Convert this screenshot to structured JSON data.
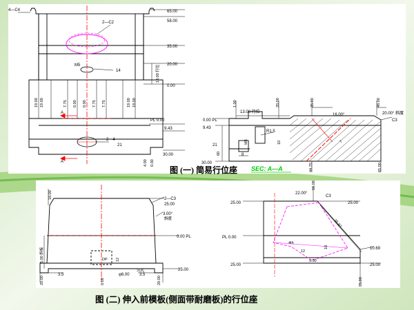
{
  "colors": {
    "outline": "#000000",
    "center_line": "#ff0000",
    "circle": "#ff00ff",
    "section_hatch": "#ff0000",
    "section_label": "#00cc00",
    "aux_line": "#00b0b0"
  },
  "caption1": "图 (一) 简易行位座",
  "caption2": "图 (二) 伸入前模板(侧面带耐磨板)的行位座",
  "fig1": {
    "chamfer_left": "4—C4",
    "hole_callout": "2—C2",
    "m5": "M5",
    "m5_depth": "14",
    "tr_callout": "2—4",
    "tr_num": "21",
    "right_dims": [
      "65.00",
      "58.00",
      "35.00",
      "20.00",
      "0.00"
    ],
    "right_vertical": "13.00 行位",
    "bottom_dims": [
      "PL 0.00",
      "9.43",
      "30.00"
    ],
    "bottom_vert": [
      "4.00",
      "0.00"
    ],
    "vticks": [
      "19.00",
      "19.00",
      "7.75",
      "0.00",
      "0.00",
      "7.75",
      "7.75",
      "19.00",
      "19.00"
    ],
    "section": {
      "pl": "0.00 PL",
      "d943": "9.43",
      "d30": "30.00",
      "d21": "21",
      "d60": "60",
      "d8": "8",
      "d13": "13.00 行位",
      "r15": "R1.5",
      "m5": "M5",
      "angle16": "16.00°",
      "angle20": "20.00° 斜度",
      "c3": "C3",
      "vtop": [
        "1.00",
        "20.00",
        "35.00",
        "48.00"
      ],
      "vbottom": [
        "44.75",
        "65.00"
      ],
      "label": "SEC: A—A",
      "d10": "10",
      "d7": "7"
    }
  },
  "fig2": {
    "front": {
      "c3": "2—C3",
      "d25top": "25.00",
      "angle": "3.00°",
      "angle_sub": "斜度",
      "pl": "0.00 PL",
      "d25bot": "25.00",
      "left_v": "5.00 斜板",
      "v_top": "18.00",
      "v_left": "20.00",
      "v_right": "20.00",
      "b35a": "3.5",
      "b35b": "3.5",
      "bottom_center": "0.00",
      "dp": "DP",
      "d12": "12",
      "phi": "φ6.00",
      "phi_sub": "沉孔"
    },
    "side": {
      "d25l": "25.00",
      "d25r": "25.00",
      "pl": "PL 0.00",
      "d25bl": "25.00",
      "d25br": "25.00",
      "angle": "22.00°",
      "c3": "C3",
      "top_v": "56.08",
      "slant": "35.97",
      "d1068": "10.69",
      "d12": "12",
      "d10": "10",
      "d950": "9.50",
      "small": "4th",
      "bottom_v": "85.00"
    }
  }
}
